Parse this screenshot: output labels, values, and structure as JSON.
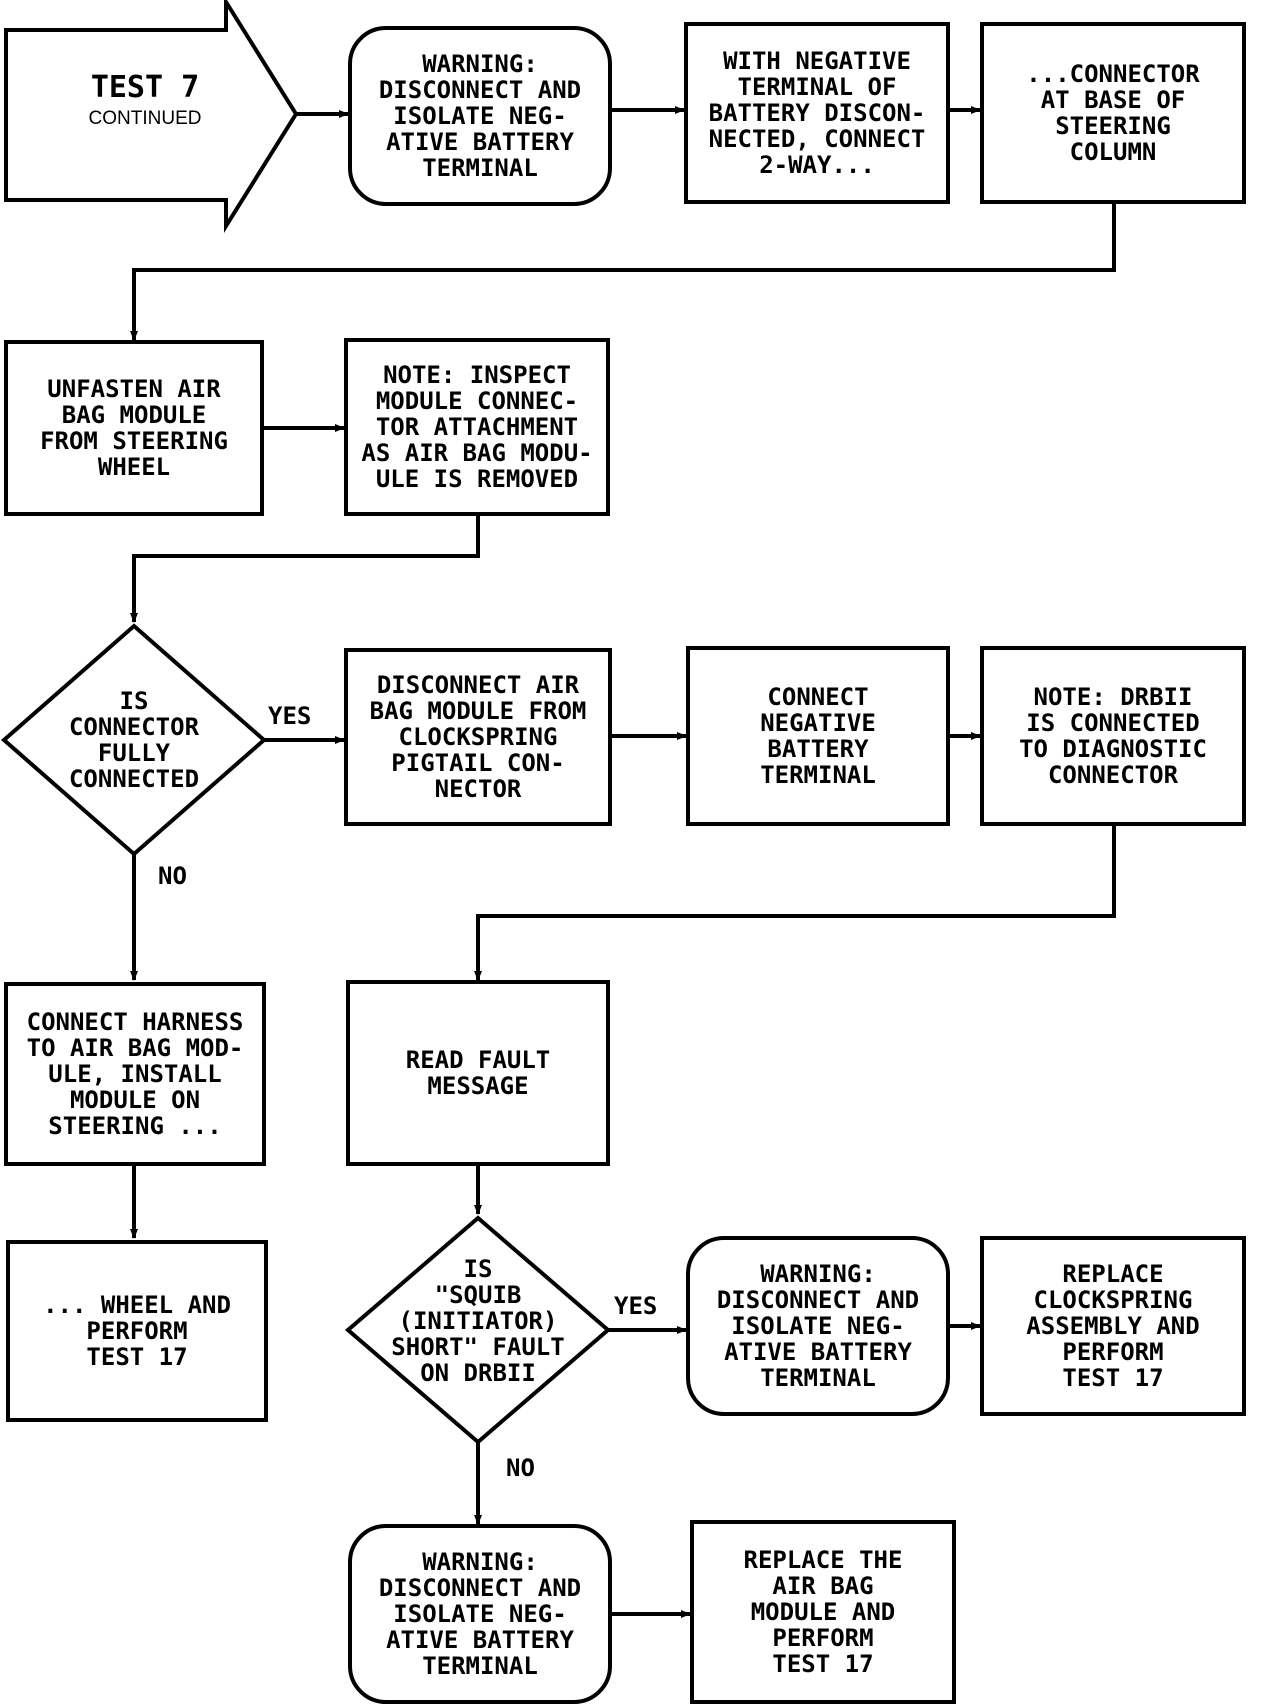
{
  "start": {
    "title": "TEST 7",
    "subtitle": "CONTINUED"
  },
  "nodes": {
    "warning1": "WARNING:\nDISCONNECT AND\nISOLATE NEG-\nATIVE BATTERY\nTERMINAL",
    "with_negative": "WITH NEGATIVE\nTERMINAL OF\nBATTERY DISCON-\nNECTED, CONNECT\n2-WAY...",
    "connector_base": "...CONNECTOR\nAT BASE OF\nSTEERING\nCOLUMN",
    "unfasten": "UNFASTEN AIR\nBAG MODULE\nFROM STEERING\nWHEEL",
    "note_inspect": "NOTE: INSPECT\nMODULE CONNEC-\nTOR ATTACHMENT\nAS AIR BAG MODU-\nULE IS REMOVED",
    "decision_connector": "IS\nCONNECTOR\nFULLY\nCONNECTED",
    "disconnect_module": "DISCONNECT AIR\nBAG MODULE FROM\nCLOCKSPRING\nPIGTAIL CON-\nNECTOR",
    "connect_negative": "CONNECT\nNEGATIVE\nBATTERY\nTERMINAL",
    "note_drbii": "NOTE: DRBII\nIS CONNECTED\nTO DIAGNOSTIC\nCONNECTOR",
    "connect_harness": "CONNECT HARNESS\nTO AIR BAG MOD-\nULE, INSTALL\nMODULE ON\nSTEERING ...",
    "read_fault": "READ FAULT\nMESSAGE",
    "wheel_perform": "... WHEEL AND\nPERFORM\nTEST 17",
    "decision_squib": "IS\n\"SQUIB\n(INITIATOR)\nSHORT\" FAULT\nON DRBII",
    "warning2": "WARNING:\nDISCONNECT AND\nISOLATE NEG-\nATIVE BATTERY\nTERMINAL",
    "replace_clockspring": "REPLACE\nCLOCKSPRING\nASSEMBLY AND\nPERFORM\nTEST 17",
    "warning3": "WARNING:\nDISCONNECT AND\nISOLATE NEG-\nATIVE BATTERY\nTERMINAL",
    "replace_module": "REPLACE THE\nAIR BAG\nMODULE AND\nPERFORM\nTEST 17"
  },
  "edge_labels": {
    "yes1": "YES",
    "no1": "NO",
    "yes2": "YES",
    "no2": "NO"
  }
}
